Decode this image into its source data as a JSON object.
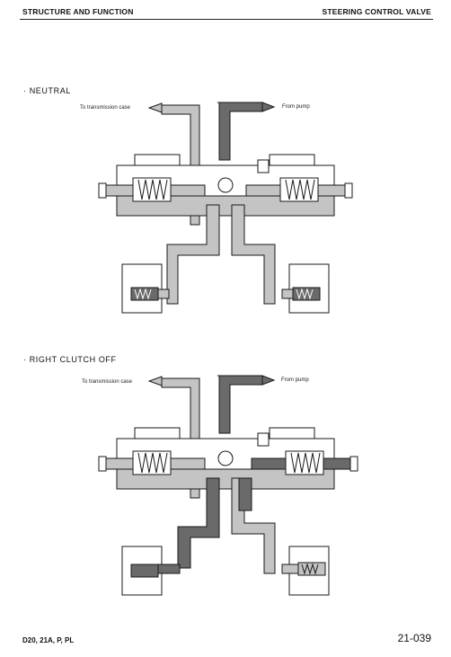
{
  "header": {
    "left": "STRUCTURE AND FUNCTION",
    "right": "STEERING CONTROL VALVE"
  },
  "sections": [
    {
      "title": "· NEUTRAL",
      "label_left": "To transmission case",
      "label_right": "From pump"
    },
    {
      "title": "· RIGHT CLUTCH OFF",
      "label_left": "To transmission case",
      "label_right": "From pump"
    }
  ],
  "footer": {
    "model": "D20, 21A, P, PL",
    "page": "21-039"
  },
  "colors": {
    "oil_light": "#c4c4c4",
    "oil_dark": "#6a6a6a",
    "line": "#1a1a1a"
  }
}
